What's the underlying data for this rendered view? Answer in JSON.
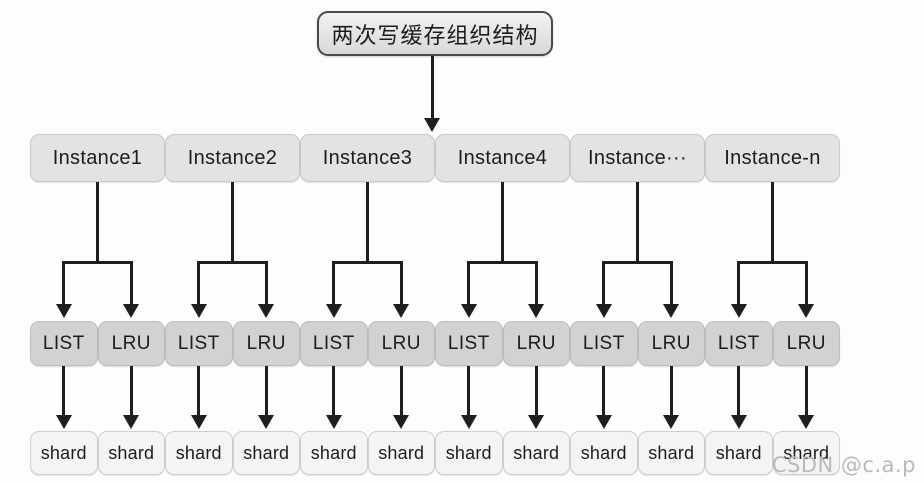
{
  "diagram": {
    "title": "两次写缓存组织结构",
    "instance_row": {
      "label": "instance-row",
      "items": [
        {
          "label": "Instance1"
        },
        {
          "label": "Instance2"
        },
        {
          "label": "Instance3"
        },
        {
          "label": "Instance4"
        },
        {
          "label": "Instance···"
        },
        {
          "label": "Instance-n"
        }
      ]
    },
    "cache_row": {
      "label": "cache-row",
      "items": [
        {
          "label": "LIST"
        },
        {
          "label": "LRU"
        },
        {
          "label": "LIST"
        },
        {
          "label": "LRU"
        },
        {
          "label": "LIST"
        },
        {
          "label": "LRU"
        },
        {
          "label": "LIST"
        },
        {
          "label": "LRU"
        },
        {
          "label": "LIST"
        },
        {
          "label": "LRU"
        },
        {
          "label": "LIST"
        },
        {
          "label": "LRU"
        }
      ]
    },
    "shard_row": {
      "label": "shard-row",
      "items": [
        {
          "label": "shard"
        },
        {
          "label": "shard"
        },
        {
          "label": "shard"
        },
        {
          "label": "shard"
        },
        {
          "label": "shard"
        },
        {
          "label": "shard"
        },
        {
          "label": "shard"
        },
        {
          "label": "shard"
        },
        {
          "label": "shard"
        },
        {
          "label": "shard"
        },
        {
          "label": "shard"
        },
        {
          "label": "shard"
        }
      ]
    },
    "watermark": "CSDN @c.a.p",
    "colors": {
      "title_fill": "#e4e4e4",
      "instance_fill": "#e3e3e3",
      "cache_fill": "#d2d2d2",
      "shard_fill": "#f4f4f4",
      "connector": "#1e1e1e",
      "text": "#1c1c1c",
      "watermark": "#b9b9b9"
    }
  }
}
